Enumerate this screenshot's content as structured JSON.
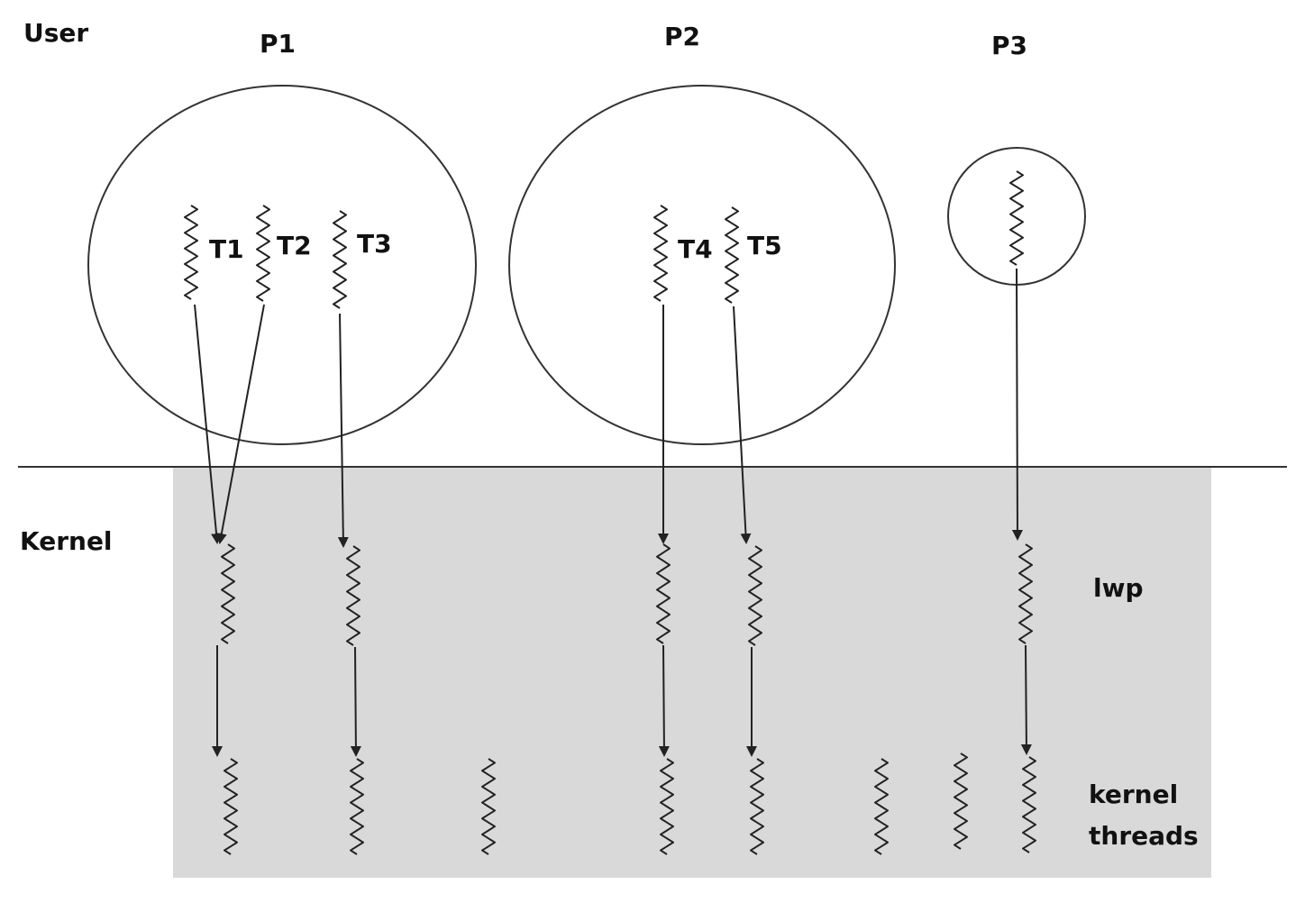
{
  "regions": {
    "user": "User",
    "kernel": "Kernel"
  },
  "processes": {
    "p1": "P1",
    "p2": "P2",
    "p3": "P3"
  },
  "threads": {
    "t1": "T1",
    "t2": "T2",
    "t3": "T3",
    "t4": "T4",
    "t5": "T5"
  },
  "labels": {
    "lwp": "lwp",
    "kernel_threads_line1": "kernel",
    "kernel_threads_line2": "threads"
  },
  "colors": {
    "kernel_area": "#d9d9d9",
    "ink": "#222222"
  }
}
